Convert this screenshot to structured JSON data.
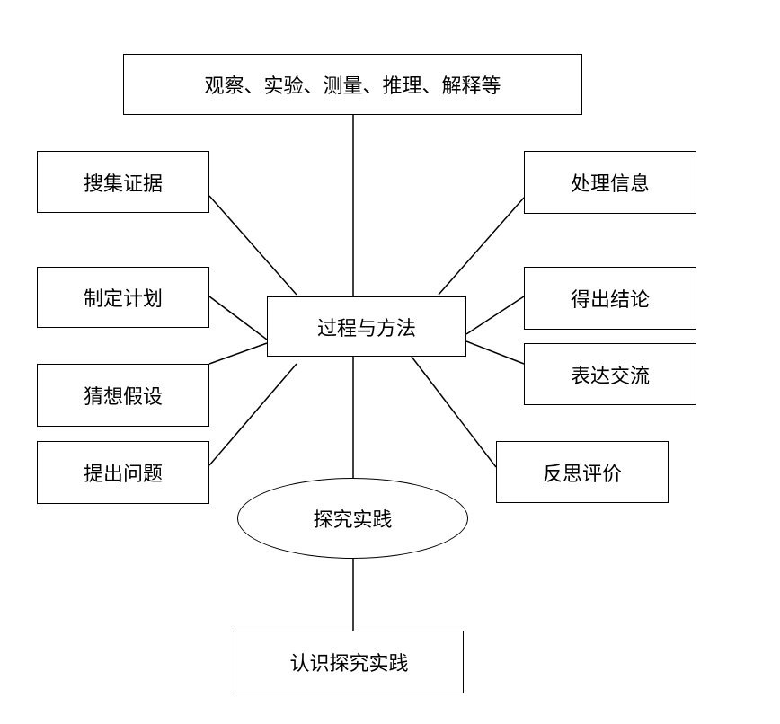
{
  "nodes": {
    "top": "观察、实验、测量、推理、解释等",
    "center": "过程与方法",
    "sou_ji_zheng_ju": "搜集证据",
    "zhi_ding_ji_hua": "制定计划",
    "cai_xiang_jia_she": "猜想假设",
    "ti_chu_wen_ti": "提出问题",
    "chu_li_xin_xi": "处理信息",
    "de_chu_jie_lun": "得出结论",
    "biao_da_jiao_liu": "表达交流",
    "fan_si_ping_jia": "反思评价",
    "ellipse": "探究实践",
    "bottom": "认识探究实践"
  }
}
